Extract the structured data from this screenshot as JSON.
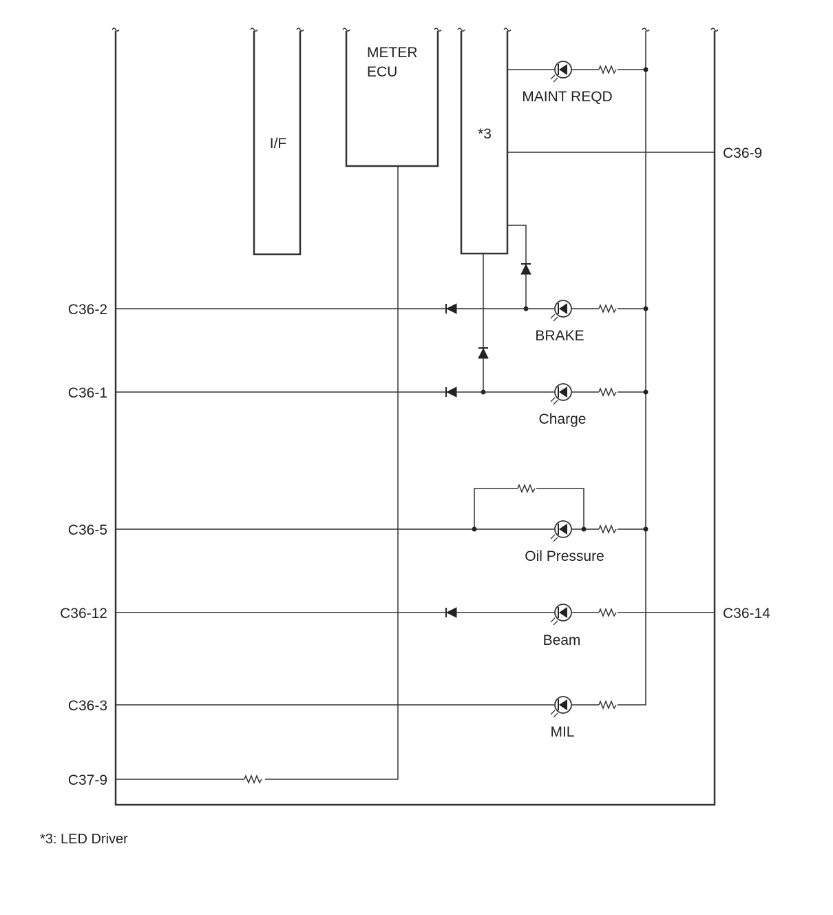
{
  "blocks": {
    "interface": "I/F",
    "meter_ecu_line1": "METER",
    "meter_ecu_line2": "ECU",
    "led_driver": "*3"
  },
  "terminals": {
    "left": [
      "C36-2",
      "C36-1",
      "C36-5",
      "C36-12",
      "C36-3",
      "C37-9"
    ],
    "right": [
      "C36-9",
      "C36-14"
    ]
  },
  "indicators": [
    "MAINT REQD",
    "BRAKE",
    "Charge",
    "Oil Pressure",
    "Beam",
    "MIL"
  ],
  "footnote": "*3: LED Driver",
  "colors": {
    "line": "#333333",
    "text": "#222222",
    "background": "#ffffff"
  }
}
